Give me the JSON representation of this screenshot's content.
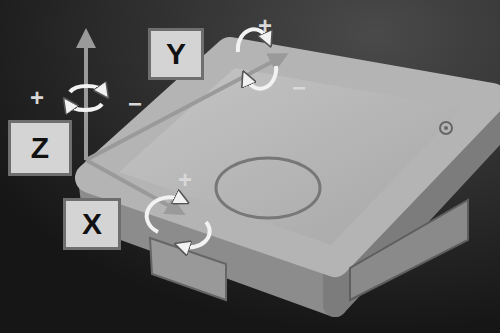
{
  "diagram": {
    "nodes": [
      {
        "text": [
          "Y"
        ]
      },
      {
        "text": [
          "Z"
        ]
      },
      {
        "text": [
          "X"
        ]
      }
    ],
    "labels": [
      "+",
      "−",
      "+",
      "−",
      "+"
    ]
  }
}
